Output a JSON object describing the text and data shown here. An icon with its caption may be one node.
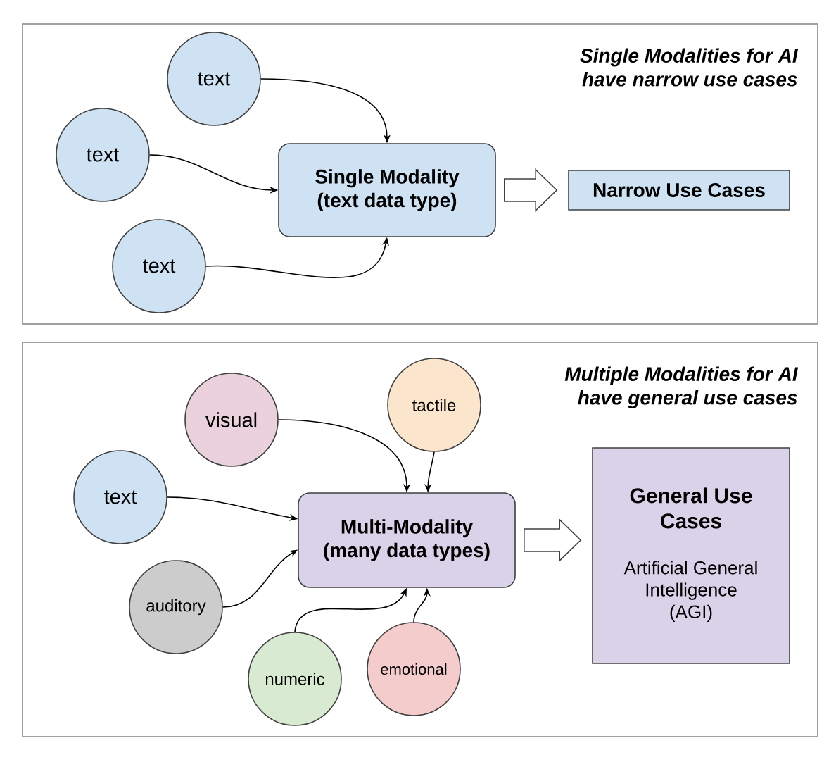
{
  "diagram": {
    "nodes": [
      {
        "text": [
          "Single Modalities for AI have narrow use cases"
        ]
      },
      {
        "text": [
          "text"
        ],
        "in": 0
      },
      {
        "text": [
          "text"
        ],
        "in": 0
      },
      {
        "text": [
          "text"
        ],
        "in": 0
      },
      {
        "text": [
          "Single Modality (text data type)"
        ],
        "in": 0
      },
      {
        "text": [
          "Narrow Use Cases"
        ],
        "in": 0
      },
      {
        "text": [
          "Multiple Modalities for AI have general use cases"
        ]
      },
      {
        "text": [
          "visual"
        ],
        "in": 6
      },
      {
        "text": [
          "tactile"
        ],
        "in": 6
      },
      {
        "text": [
          "text"
        ],
        "in": 6
      },
      {
        "text": [
          "Multi-Modality (many data types)"
        ],
        "in": 6
      },
      {
        "text": [
          "General Use Cases",
          "Artificial General Intelligence (AGI)"
        ],
        "in": 6
      },
      {
        "text": [
          "auditory"
        ],
        "in": 6
      },
      {
        "text": [
          "numeric"
        ],
        "in": 6
      },
      {
        "text": [
          "emotional"
        ],
        "in": 6
      }
    ],
    "edges": [
      {
        "from": 1,
        "to": 4,
        "arrow": "to"
      },
      {
        "from": 2,
        "to": 4,
        "arrow": "to"
      },
      {
        "from": 3,
        "to": 4,
        "arrow": "to"
      },
      {
        "from": 4,
        "to": 5,
        "arrow": "to",
        "style": "thick"
      },
      {
        "from": 7,
        "to": 10,
        "arrow": "to"
      },
      {
        "from": 8,
        "to": 10,
        "arrow": "to"
      },
      {
        "from": 9,
        "to": 10,
        "arrow": "to"
      },
      {
        "from": 12,
        "to": 10,
        "arrow": "to"
      },
      {
        "from": 13,
        "to": 10,
        "arrow": "to"
      },
      {
        "from": 14,
        "to": 10,
        "arrow": "to"
      },
      {
        "from": 10,
        "to": 11,
        "arrow": "to",
        "style": "thick"
      }
    ]
  }
}
